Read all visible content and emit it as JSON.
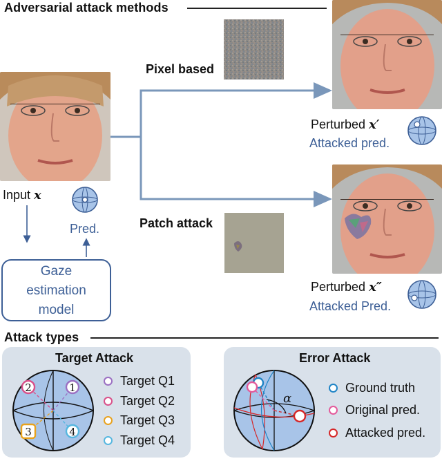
{
  "header": {
    "title": "Adversarial attack methods"
  },
  "input": {
    "label_prefix": "Input ",
    "label_var": "x"
  },
  "pred_label": "Pred.",
  "model": {
    "line1": "Gaze",
    "line2": "estimation",
    "line3": "model"
  },
  "pixel_branch": {
    "method_label": "Pixel based",
    "perturbed_prefix": "Perturbed ",
    "perturbed_var": "x′",
    "attacked_label": "Attacked pred."
  },
  "patch_branch": {
    "method_label": "Patch attack",
    "perturbed_prefix": "Perturbed ",
    "perturbed_var": "x″",
    "attacked_label": "Attacked Pred."
  },
  "attack_types": {
    "title": "Attack types",
    "target": {
      "title": "Target Attack",
      "quadrant_labels": [
        "2",
        "1",
        "3",
        "4"
      ],
      "legend": [
        {
          "label": "Target Q1",
          "color": "#9b6fc2"
        },
        {
          "label": "Target Q2",
          "color": "#d9508a"
        },
        {
          "label": "Target Q3",
          "color": "#e8a21e"
        },
        {
          "label": "Target Q4",
          "color": "#56b7e0"
        }
      ]
    },
    "error": {
      "title": "Error Attack",
      "angle_symbol": "α",
      "legend": [
        {
          "label": "Ground truth",
          "color": "#1f84c6"
        },
        {
          "label": "Original pred.",
          "color": "#e35a9b"
        },
        {
          "label": "Attacked pred.",
          "color": "#d62728"
        }
      ]
    }
  },
  "colors": {
    "accent_blue": "#3d5f96",
    "arrow": "#7a97ba",
    "panel_bg": "#d9e1ea",
    "sphere_fill": "#a8c4e8"
  }
}
